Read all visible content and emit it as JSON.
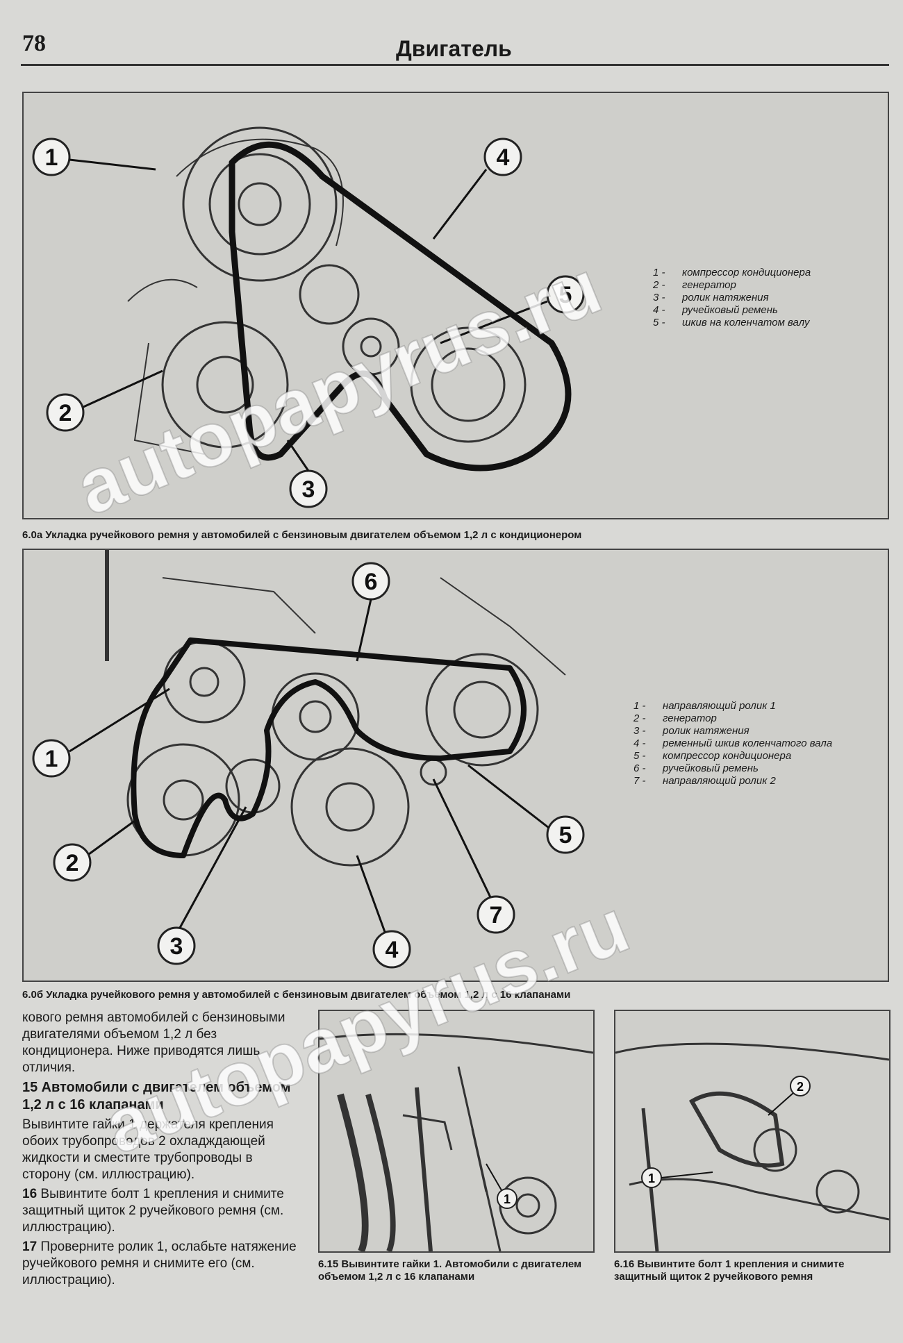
{
  "header": {
    "page_number": "78",
    "title": "Двигатель"
  },
  "figure_a": {
    "callouts": [
      "1",
      "2",
      "3",
      "4",
      "5"
    ],
    "legend": [
      {
        "num": "1 -",
        "text": "компрессор кондиционера"
      },
      {
        "num": "2 -",
        "text": "генератор"
      },
      {
        "num": "3 -",
        "text": "ролик натяжения"
      },
      {
        "num": "4 -",
        "text": "ручейковый ремень"
      },
      {
        "num": "5 -",
        "text": "шкив на коленчатом валу"
      }
    ],
    "caption": "6.0а Укладка ручейкового ремня у автомобилей с бензиновым двигателем объемом 1,2 л с кондиционером"
  },
  "figure_b": {
    "callouts": [
      "1",
      "2",
      "3",
      "4",
      "5",
      "6",
      "7"
    ],
    "legend": [
      {
        "num": "1 -",
        "text": "направляющий ролик 1"
      },
      {
        "num": "2 -",
        "text": "генератор"
      },
      {
        "num": "3 -",
        "text": "ролик натяжения"
      },
      {
        "num": "4 -",
        "text": "ременный шкив коленчатого вала"
      },
      {
        "num": "5 -",
        "text": "компрессор кондиционера"
      },
      {
        "num": "6 -",
        "text": "ручейковый ремень"
      },
      {
        "num": "7 -",
        "text": "направляющий ролик 2"
      }
    ],
    "caption": "6.0б Укладка ручейкового ремня у автомобилей с бензиновым двигателем объемом 1,2 л с 16 клапанами"
  },
  "body": {
    "intro": "кового ремня автомобилей с бензиновыми двигателями объемом 1,2 л без кондиционера. Ниже приводятся лишь отличия.",
    "s15_num": "15",
    "s15_heading": "Автомобили с двигателем объемом 1,2 л с 16 клапанами",
    "s15_text": "Вывинтите гайки 1 держателя крепления обоих трубопроводов 2 охладждающей жидкости и сместите трубопроводы в сторону (см. иллюстрацию).",
    "s16_num": "16",
    "s16_text": "Вывинтите болт 1 крепления и снимите защитный щиток 2 ручейкового ремня (см. иллюстрацию).",
    "s17_num": "17",
    "s17_text": "Проверните ролик 1, ослабьте натяжение ручейкового ремня и снимите его (см. иллюстрацию)."
  },
  "figure_c": {
    "callouts": [
      "1"
    ],
    "caption": "6.15 Вывинтите гайки 1. Автомобили с двигателем объемом 1,2 л с 16 клапанами"
  },
  "figure_d": {
    "callouts": [
      "2",
      "1"
    ],
    "caption": "6.16 Вывинтите болт 1 крепления и снимите защитный щиток 2 ручейкового ремня"
  },
  "watermark": "autopapyrus.ru"
}
